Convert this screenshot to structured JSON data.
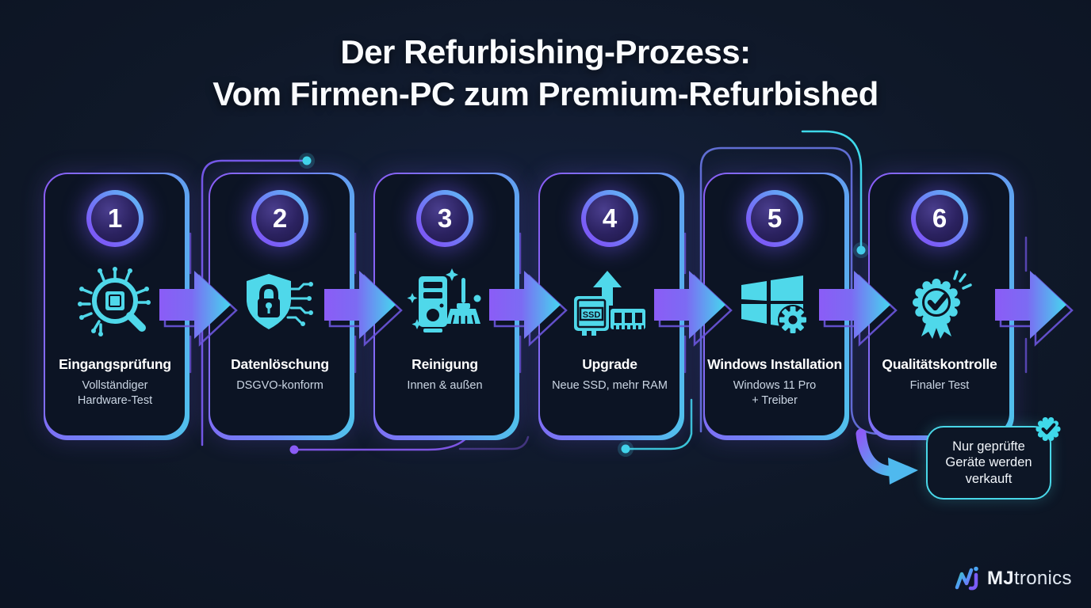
{
  "title": {
    "line1": "Der Refurbishing-Prozess:",
    "line2": "Vom Firmen-PC zum Premium-Refurbished"
  },
  "steps": [
    {
      "number": "1",
      "title": "Eingangsprüfung",
      "subtitle": "Vollständiger\nHardware-Test",
      "icon": "chip-inspection-icon"
    },
    {
      "number": "2",
      "title": "Datenlöschung",
      "subtitle": "DSGVO-konform",
      "icon": "shield-lock-icon"
    },
    {
      "number": "3",
      "title": "Reinigung",
      "subtitle": "Innen & außen",
      "icon": "pc-cleaning-icon"
    },
    {
      "number": "4",
      "title": "Upgrade",
      "subtitle": "Neue SSD, mehr RAM",
      "icon": "ssd-ram-upgrade-icon",
      "icon_label": "SSD"
    },
    {
      "number": "5",
      "title": "Windows Installation",
      "subtitle": "Windows 11 Pro\n+ Treiber",
      "icon": "windows-gear-icon"
    },
    {
      "number": "6",
      "title": "Qualitätskontrolle",
      "subtitle": "Finaler Test",
      "icon": "quality-seal-icon"
    }
  ],
  "callout": {
    "text": "Nur geprüfte\nGeräte werden\nverkauft"
  },
  "logo": {
    "bold": "MJ",
    "light": "tronics"
  },
  "colors": {
    "background": "#0F1828",
    "card_fill": "#0C1424",
    "cyan": "#4FD8EA",
    "purple": "#8B5CF6",
    "blue": "#5A9CF6",
    "title_text": "#FFFFFF",
    "subtitle_text": "#CBD6E4"
  }
}
